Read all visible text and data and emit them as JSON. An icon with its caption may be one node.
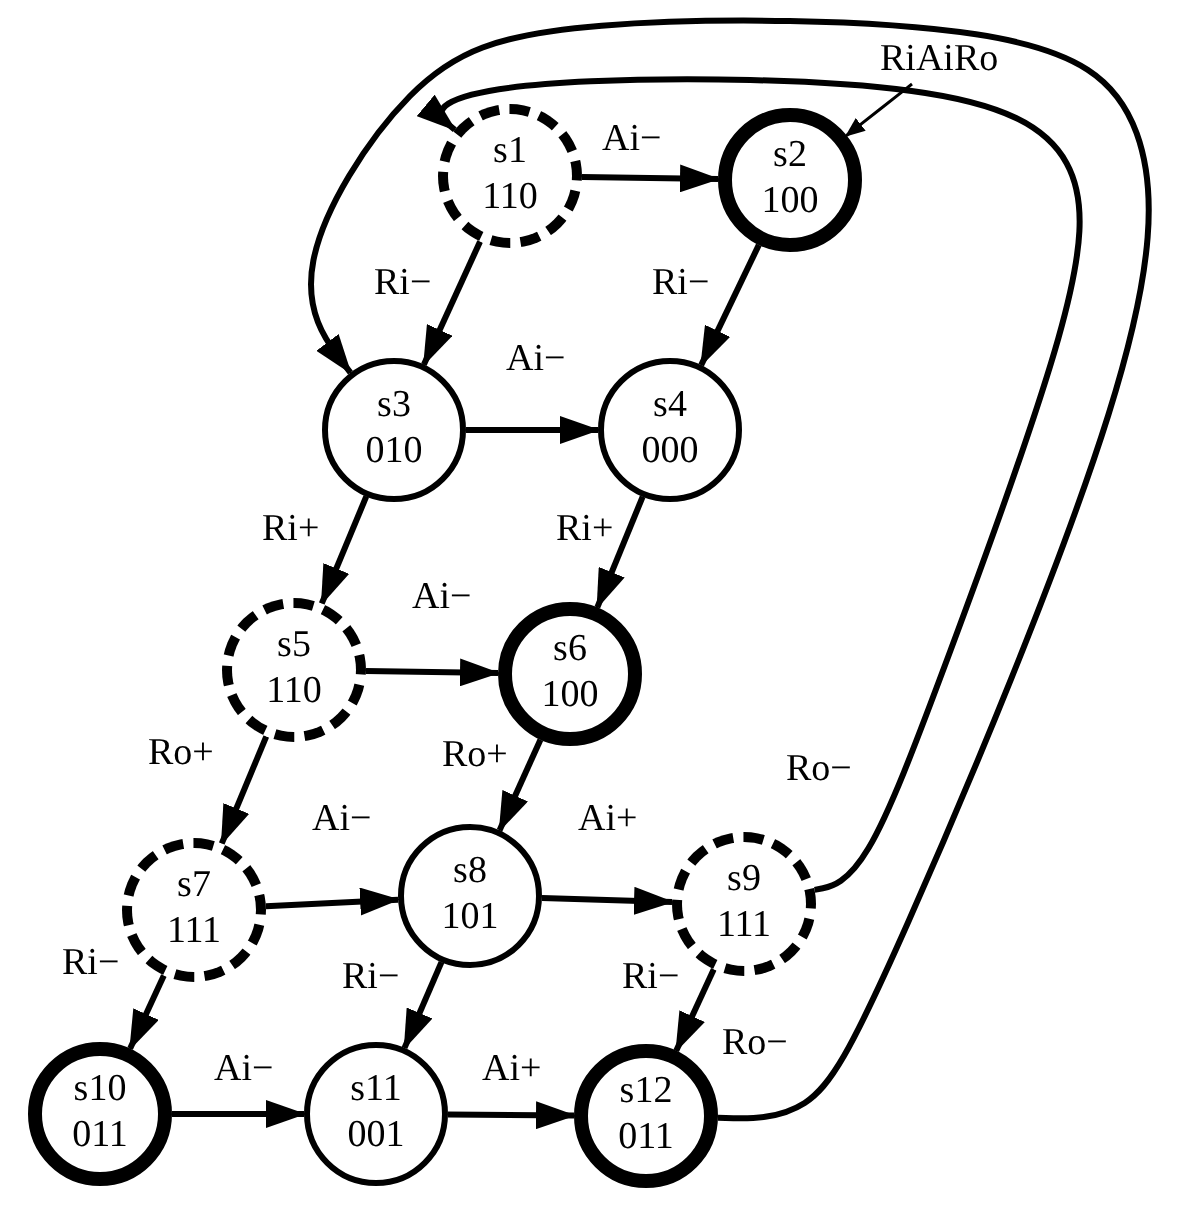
{
  "diagram": {
    "nodes": [
      {
        "text": [
          "s1",
          "110"
        ]
      },
      {
        "text": [
          "s2",
          "100"
        ]
      },
      {
        "text": [
          "s3",
          "010"
        ]
      },
      {
        "text": [
          "s4",
          "000"
        ]
      },
      {
        "text": [
          "s5",
          "110"
        ]
      },
      {
        "text": [
          "s6",
          "100"
        ]
      },
      {
        "text": [
          "s7",
          "111"
        ]
      },
      {
        "text": [
          "s8",
          "101"
        ]
      },
      {
        "text": [
          "s9",
          "111"
        ]
      },
      {
        "text": [
          "s10",
          "011"
        ]
      },
      {
        "text": [
          "s11",
          "001"
        ]
      },
      {
        "text": [
          "s12",
          "011"
        ]
      },
      {
        "text": [
          "RiAiRo"
        ]
      }
    ],
    "edges": [
      {
        "from": 0,
        "to": 1,
        "arrow": "to",
        "label": "Ai−"
      },
      {
        "from": 0,
        "to": 2,
        "arrow": "to",
        "label": "Ri−"
      },
      {
        "from": 1,
        "to": 3,
        "arrow": "to",
        "label": "Ri−"
      },
      {
        "from": 2,
        "to": 3,
        "arrow": "to",
        "label": "Ai−"
      },
      {
        "from": 2,
        "to": 4,
        "arrow": "to",
        "label": "Ri+"
      },
      {
        "from": 3,
        "to": 5,
        "arrow": "to",
        "label": "Ri+"
      },
      {
        "from": 4,
        "to": 5,
        "arrow": "to",
        "label": "Ai−"
      },
      {
        "from": 4,
        "to": 6,
        "arrow": "to",
        "label": "Ro+"
      },
      {
        "from": 5,
        "to": 7,
        "arrow": "to",
        "label": "Ro+"
      },
      {
        "from": 6,
        "to": 7,
        "arrow": "to",
        "label": "Ai−"
      },
      {
        "from": 6,
        "to": 9,
        "arrow": "to",
        "label": "Ri−"
      },
      {
        "from": 7,
        "to": 8,
        "arrow": "to",
        "label": "Ai+"
      },
      {
        "from": 7,
        "to": 10,
        "arrow": "to",
        "label": "Ri−"
      },
      {
        "from": 8,
        "to": 11,
        "arrow": "to",
        "label": "Ri−"
      },
      {
        "from": 9,
        "to": 10,
        "arrow": "to",
        "label": "Ai−"
      },
      {
        "from": 10,
        "to": 11,
        "arrow": "to",
        "label": "Ai+"
      },
      {
        "from": 8,
        "to": 0,
        "arrow": "to",
        "label": "Ro−"
      },
      {
        "from": 11,
        "to": 2,
        "arrow": "to",
        "label": "Ro−"
      },
      {
        "from": 12,
        "to": 1,
        "arrow": "to"
      }
    ]
  }
}
